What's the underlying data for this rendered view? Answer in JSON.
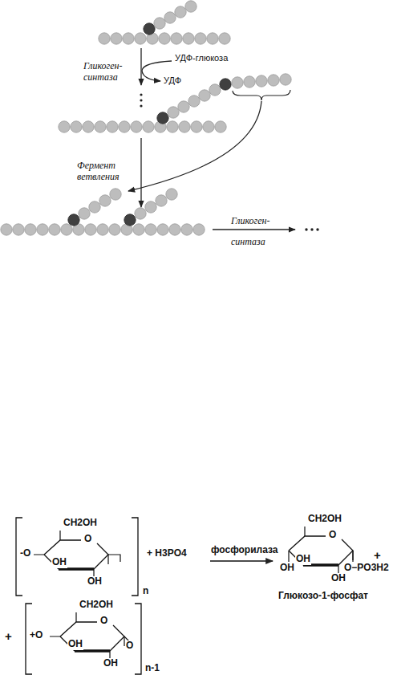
{
  "diagram": {
    "labels": [
      "Гликоген- синтаза",
      "УДФ-глюкоза",
      "УДФ",
      "Фермент ветвления",
      "Гликоген- синтаза",
      "CH2OH",
      "O",
      "-O",
      "OH",
      "OH",
      "n",
      "+ H3PO4",
      "фосфорилаза",
      "CH2OH",
      "O",
      "OH",
      "OH",
      "OH",
      "O−PO3H2",
      "Глюкозо-1-фосфат",
      "+",
      "+",
      "CH2OH",
      "O",
      "+O",
      "OH",
      "O",
      "OH",
      "n-1"
    ]
  }
}
